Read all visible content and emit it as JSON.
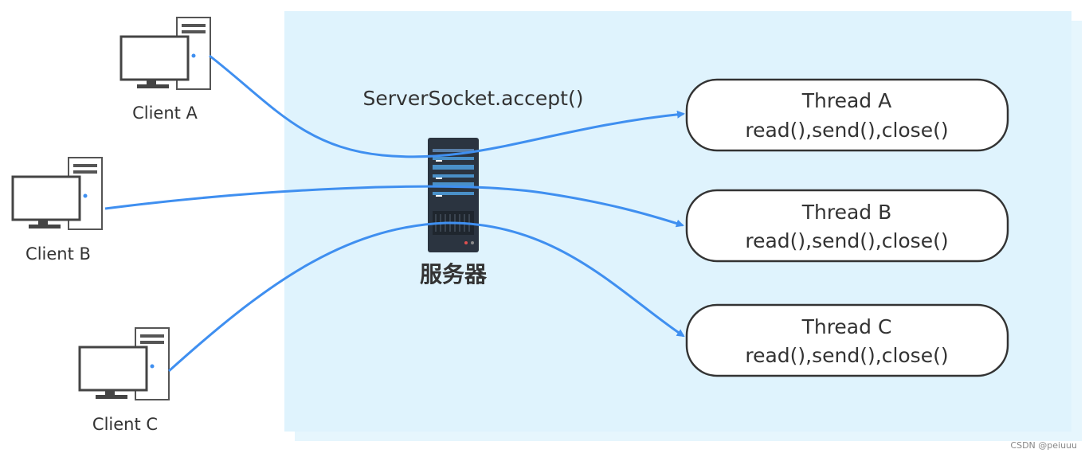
{
  "server": {
    "call": "ServerSocket.accept()",
    "label": "服务器",
    "icon": "server-rack-icon"
  },
  "clients": [
    {
      "label": "Client A",
      "icon": "desktop-computer-icon"
    },
    {
      "label": "Client B",
      "icon": "desktop-computer-icon"
    },
    {
      "label": "Client C",
      "icon": "desktop-computer-icon"
    }
  ],
  "threads": [
    {
      "title": "Thread A",
      "ops": "read(),send(),close()"
    },
    {
      "title": "Thread B",
      "ops": "read(),send(),close()"
    },
    {
      "title": "Thread C",
      "ops": "read(),send(),close()"
    }
  ],
  "watermark": "CSDN @peiuuu",
  "colors": {
    "region_fill": "#dff3fd",
    "arrow": "#3f8ff0",
    "thread_border": "#333333",
    "server_body": "#2b3440",
    "server_panel": "#4a90c8"
  }
}
